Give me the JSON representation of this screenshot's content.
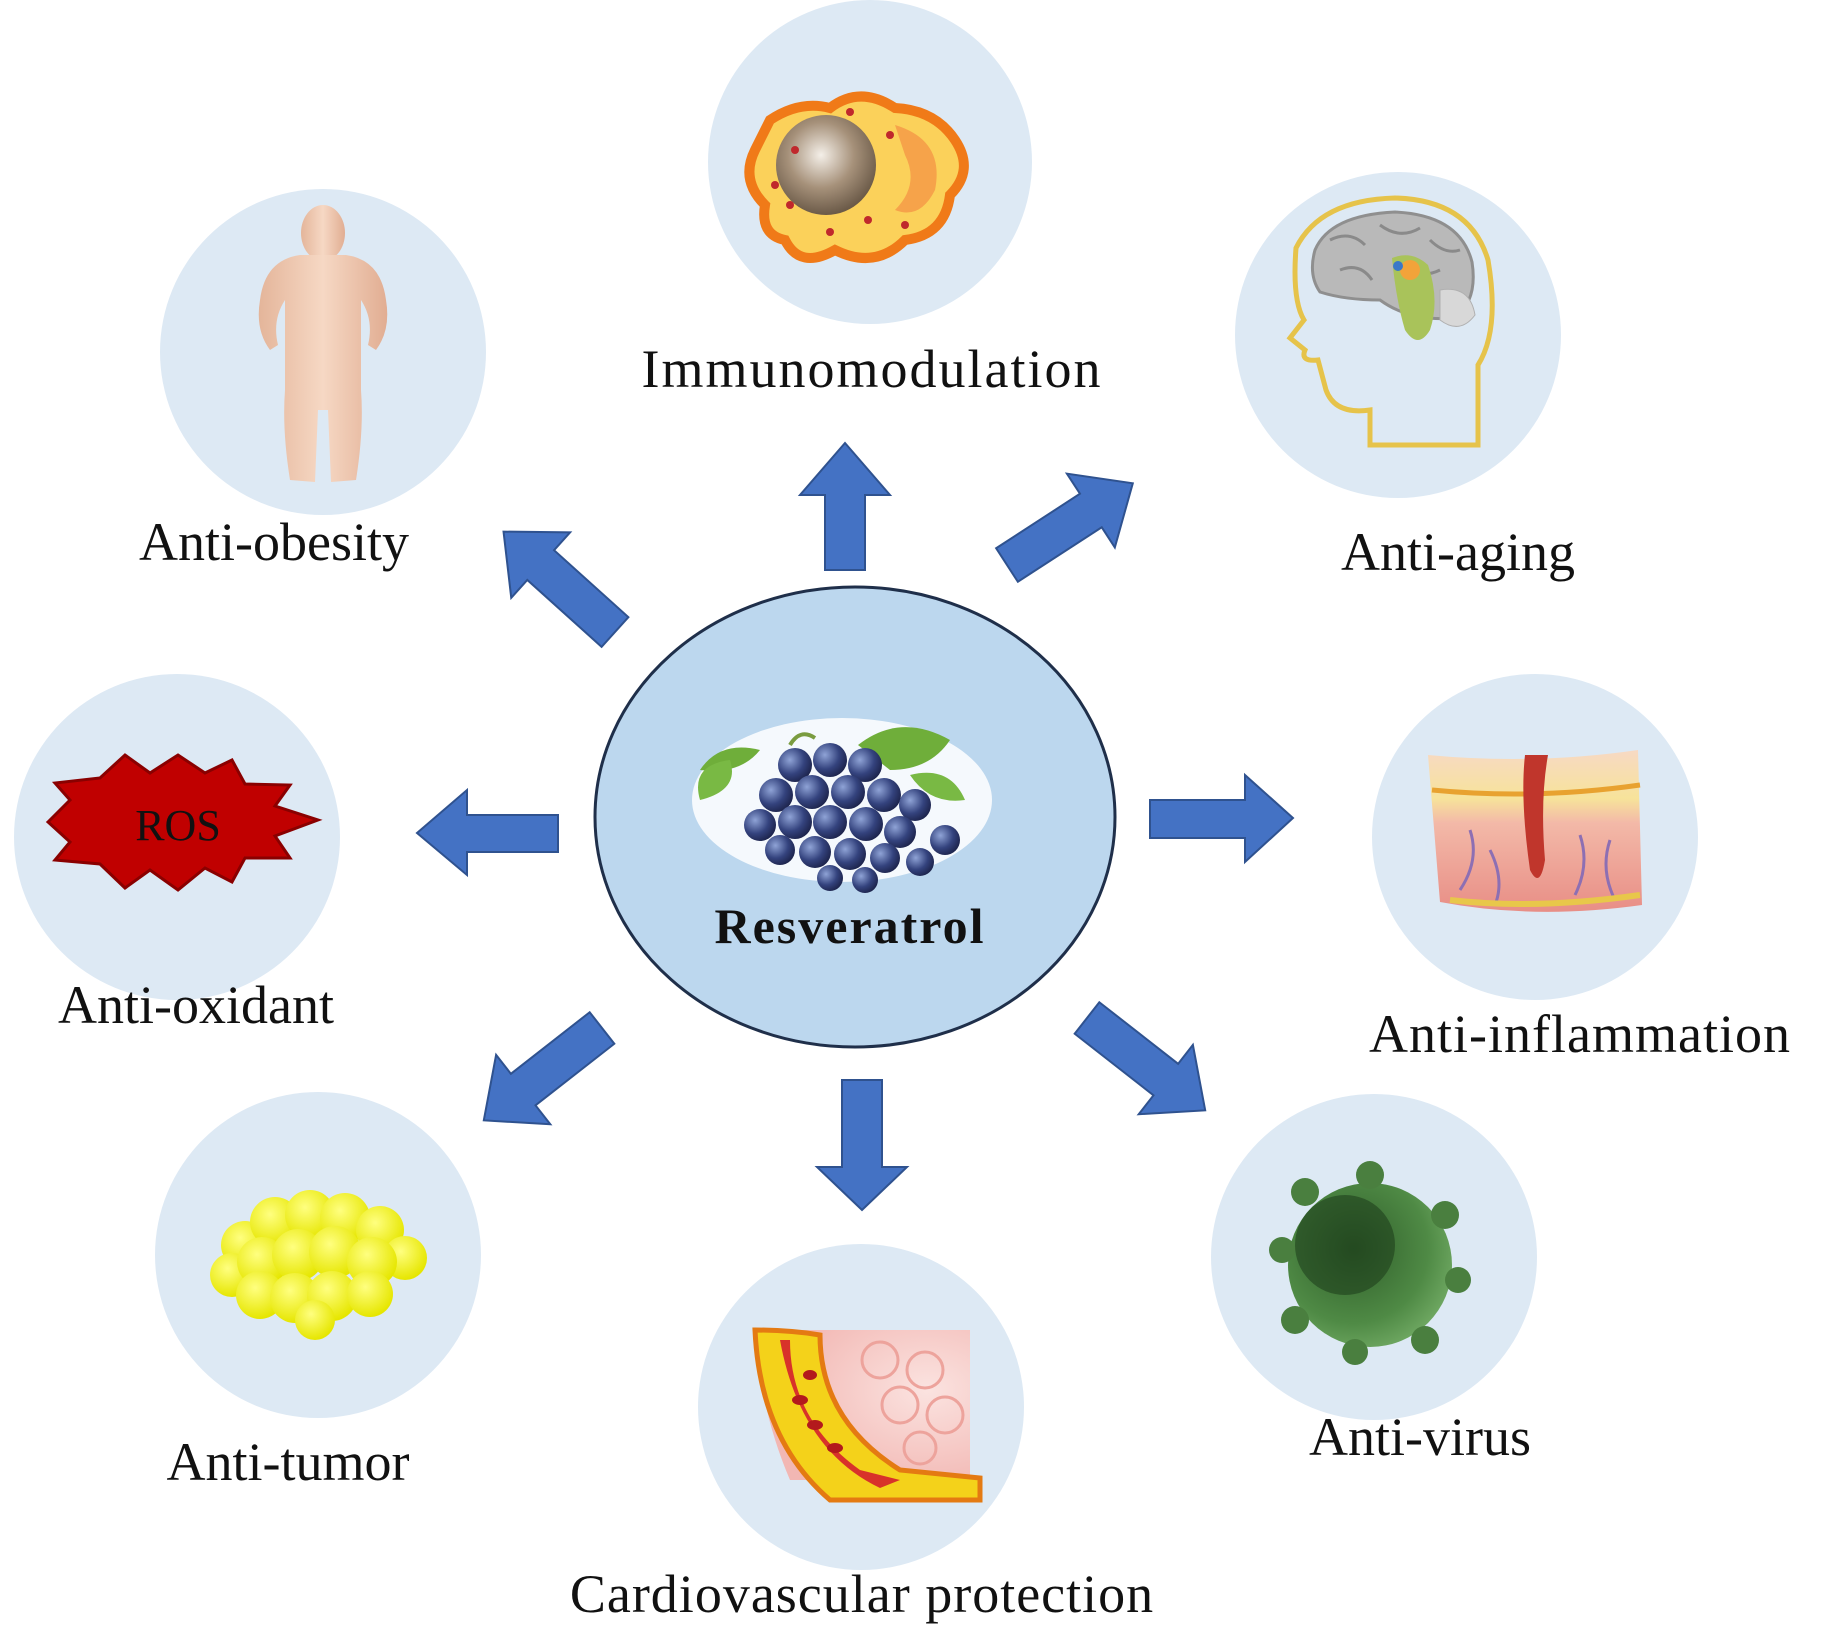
{
  "center": {
    "label": "Resveratrol",
    "icon": "grapes-icon"
  },
  "effects": [
    {
      "id": "immunomodulation",
      "label": "Immunomodulation",
      "icon": "immune-cell-icon"
    },
    {
      "id": "anti-aging",
      "label": "Anti-aging",
      "icon": "brain-head-icon"
    },
    {
      "id": "anti-inflammation",
      "label": "Anti-inflammation",
      "icon": "inflamed-skin-icon"
    },
    {
      "id": "anti-virus",
      "label": "Anti-virus",
      "icon": "virus-icon"
    },
    {
      "id": "cardiovascular-protection",
      "label": "Cardiovascular protection",
      "icon": "blood-vessel-icon"
    },
    {
      "id": "anti-tumor",
      "label": "Anti-tumor",
      "icon": "tumor-cells-icon"
    },
    {
      "id": "anti-oxidant",
      "label": "Anti-oxidant",
      "icon": "ros-icon",
      "icon_text": "ROS"
    },
    {
      "id": "anti-obesity",
      "label": "Anti-obesity",
      "icon": "obese-body-icon"
    }
  ],
  "colors": {
    "center_fill": "#bcd7ee",
    "center_stroke": "#1f2f4a",
    "bubble_fill": "#dde9f4",
    "arrow_fill": "#4472c4",
    "arrow_stroke": "#2f528f",
    "ros_fill": "#c00000"
  }
}
